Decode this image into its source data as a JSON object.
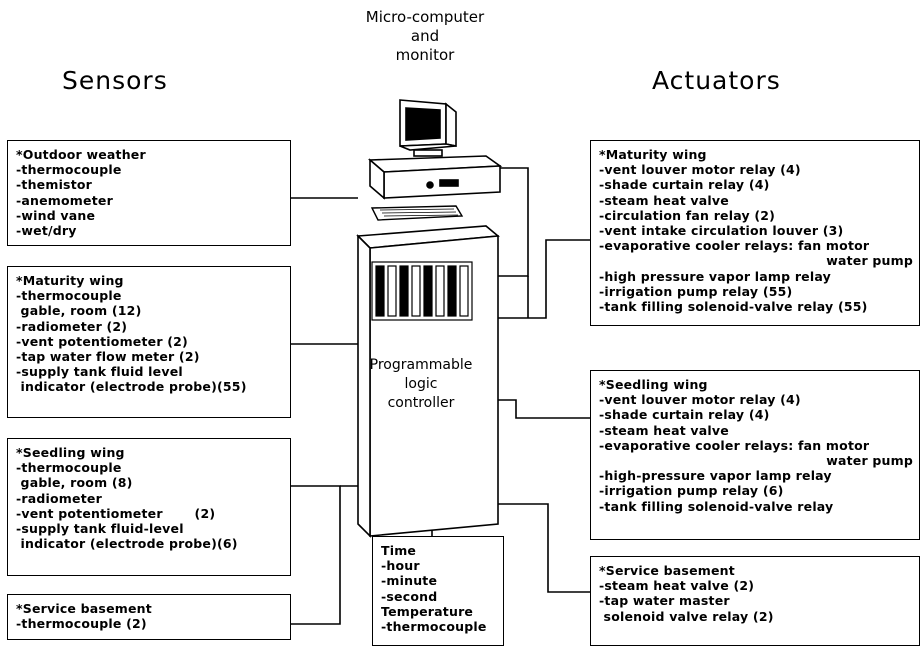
{
  "headings": {
    "sensors": "Sensors",
    "actuators": "Actuators",
    "computer": [
      "Micro-computer",
      "and",
      "monitor"
    ],
    "plc": [
      "Programmable",
      "logic",
      "controller"
    ]
  },
  "sensors": [
    {
      "title": "*Outdoor weather",
      "items": [
        "-thermocouple",
        "-themistor",
        "-anemometer",
        "-wind vane",
        "-wet/dry"
      ]
    },
    {
      "title": "*Maturity wing",
      "items": [
        "-thermocouple",
        " gable, room (12)",
        "-radiometer (2)",
        "-vent potentiometer (2)",
        "-tap water flow meter (2)",
        "-supply tank fluid level",
        " indicator (electrode probe)(55)"
      ]
    },
    {
      "title": "*Seedling wing",
      "items": [
        "-thermocouple",
        " gable, room (8)",
        "-radiometer",
        "-vent potentiometer       (2)",
        "-supply tank fluid-level",
        " indicator (electrode probe)(6)"
      ]
    },
    {
      "title": "*Service basement",
      "items": [
        "-thermocouple (2)"
      ]
    }
  ],
  "time_box": {
    "items": [
      "Time",
      "-hour",
      "-minute",
      "-second",
      "Temperature",
      "-thermocouple"
    ]
  },
  "actuators": [
    {
      "title": "*Maturity wing",
      "items": [
        "-vent louver motor relay (4)",
        "-shade curtain relay (4)",
        "-steam heat valve",
        "-circulation fan relay (2)",
        "-vent intake circulation louver (3)",
        "-evaporative cooler relays: fan motor"
      ],
      "right_item": "water pump",
      "items_after": [
        "-high pressure vapor lamp relay",
        "-irrigation pump relay (55)",
        "-tank filling solenoid-valve relay (55)"
      ]
    },
    {
      "title": "*Seedling wing",
      "items": [
        "-vent louver motor relay (4)",
        "-shade curtain relay (4)",
        "-steam heat valve",
        "-evaporative cooler relays: fan motor"
      ],
      "right_item": "water pump",
      "items_after": [
        "-high-pressure vapor lamp relay",
        "-irrigation pump relay (6)",
        "-tank filling solenoid-valve relay"
      ]
    },
    {
      "title": "*Service basement",
      "items": [
        "-steam heat valve (2)",
        "-tap water master",
        " solenoid valve relay (2)"
      ]
    }
  ]
}
